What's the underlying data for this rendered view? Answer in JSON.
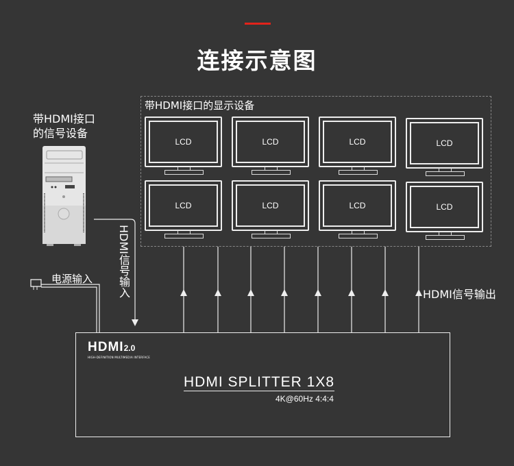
{
  "title": "连接示意图",
  "display_group": {
    "label": "带HDMI接口的显示设备",
    "monitors": [
      "LCD",
      "LCD",
      "LCD",
      "LCD",
      "LCD",
      "LCD",
      "LCD",
      "LCD"
    ]
  },
  "source": {
    "label_line1": "带HDMI接口",
    "label_line2": "的信号设备"
  },
  "labels": {
    "power_input": "电源输入",
    "hdmi_input": "HDMI信号输入",
    "hdmi_output": "HDMI信号输出"
  },
  "splitter": {
    "logo": "HDMI",
    "logo_version": "2.0",
    "logo_sub": "HIGH-DEFINITION MULTIMEDIA INTERFACE",
    "model": "HDMI  SPLITTER  1X8",
    "spec": "4K@60Hz 4:4:4"
  },
  "colors": {
    "background": "#353535",
    "accent": "#e2231a",
    "line": "#eeeeee"
  }
}
